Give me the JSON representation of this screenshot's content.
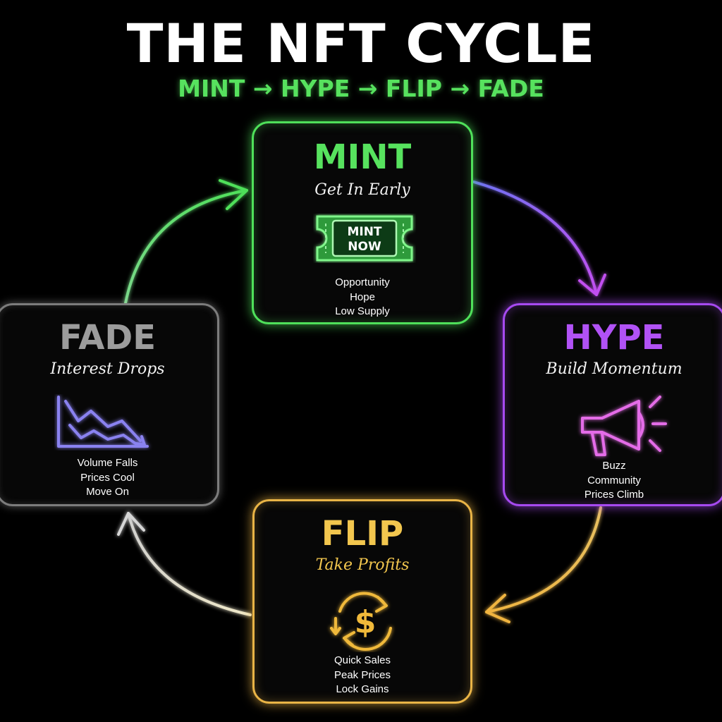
{
  "title": "THE NFT CYCLE",
  "subtitle": "MINT → HYPE → FLIP → FADE",
  "colors": {
    "mint": "#4fe05a",
    "hype": "#a64af0",
    "flip": "#e9b446",
    "fade": "#9a9a9a",
    "background": "#000000"
  },
  "stages": {
    "mint": {
      "name": "MINT",
      "tagline": "Get In Early",
      "icon": "mint-now-ticket-icon",
      "icon_text": [
        "MINT",
        "NOW"
      ],
      "points": [
        "Opportunity",
        "Hope",
        "Low Supply"
      ]
    },
    "hype": {
      "name": "HYPE",
      "tagline": "Build Momentum",
      "icon": "megaphone-icon",
      "points": [
        "Buzz",
        "Community",
        "Prices Climb"
      ]
    },
    "flip": {
      "name": "FLIP",
      "tagline": "Take Profits",
      "icon": "dollar-cycle-icon",
      "icon_text": "$",
      "points": [
        "Quick Sales",
        "Peak Prices",
        "Lock Gains"
      ]
    },
    "fade": {
      "name": "FADE",
      "tagline": "Interest Drops",
      "icon": "declining-chart-icon",
      "points": [
        "Volume Falls",
        "Prices Cool",
        "Move On"
      ]
    }
  },
  "arrows": [
    {
      "from": "mint",
      "to": "hype"
    },
    {
      "from": "hype",
      "to": "flip"
    },
    {
      "from": "flip",
      "to": "fade"
    },
    {
      "from": "fade",
      "to": "mint"
    }
  ]
}
